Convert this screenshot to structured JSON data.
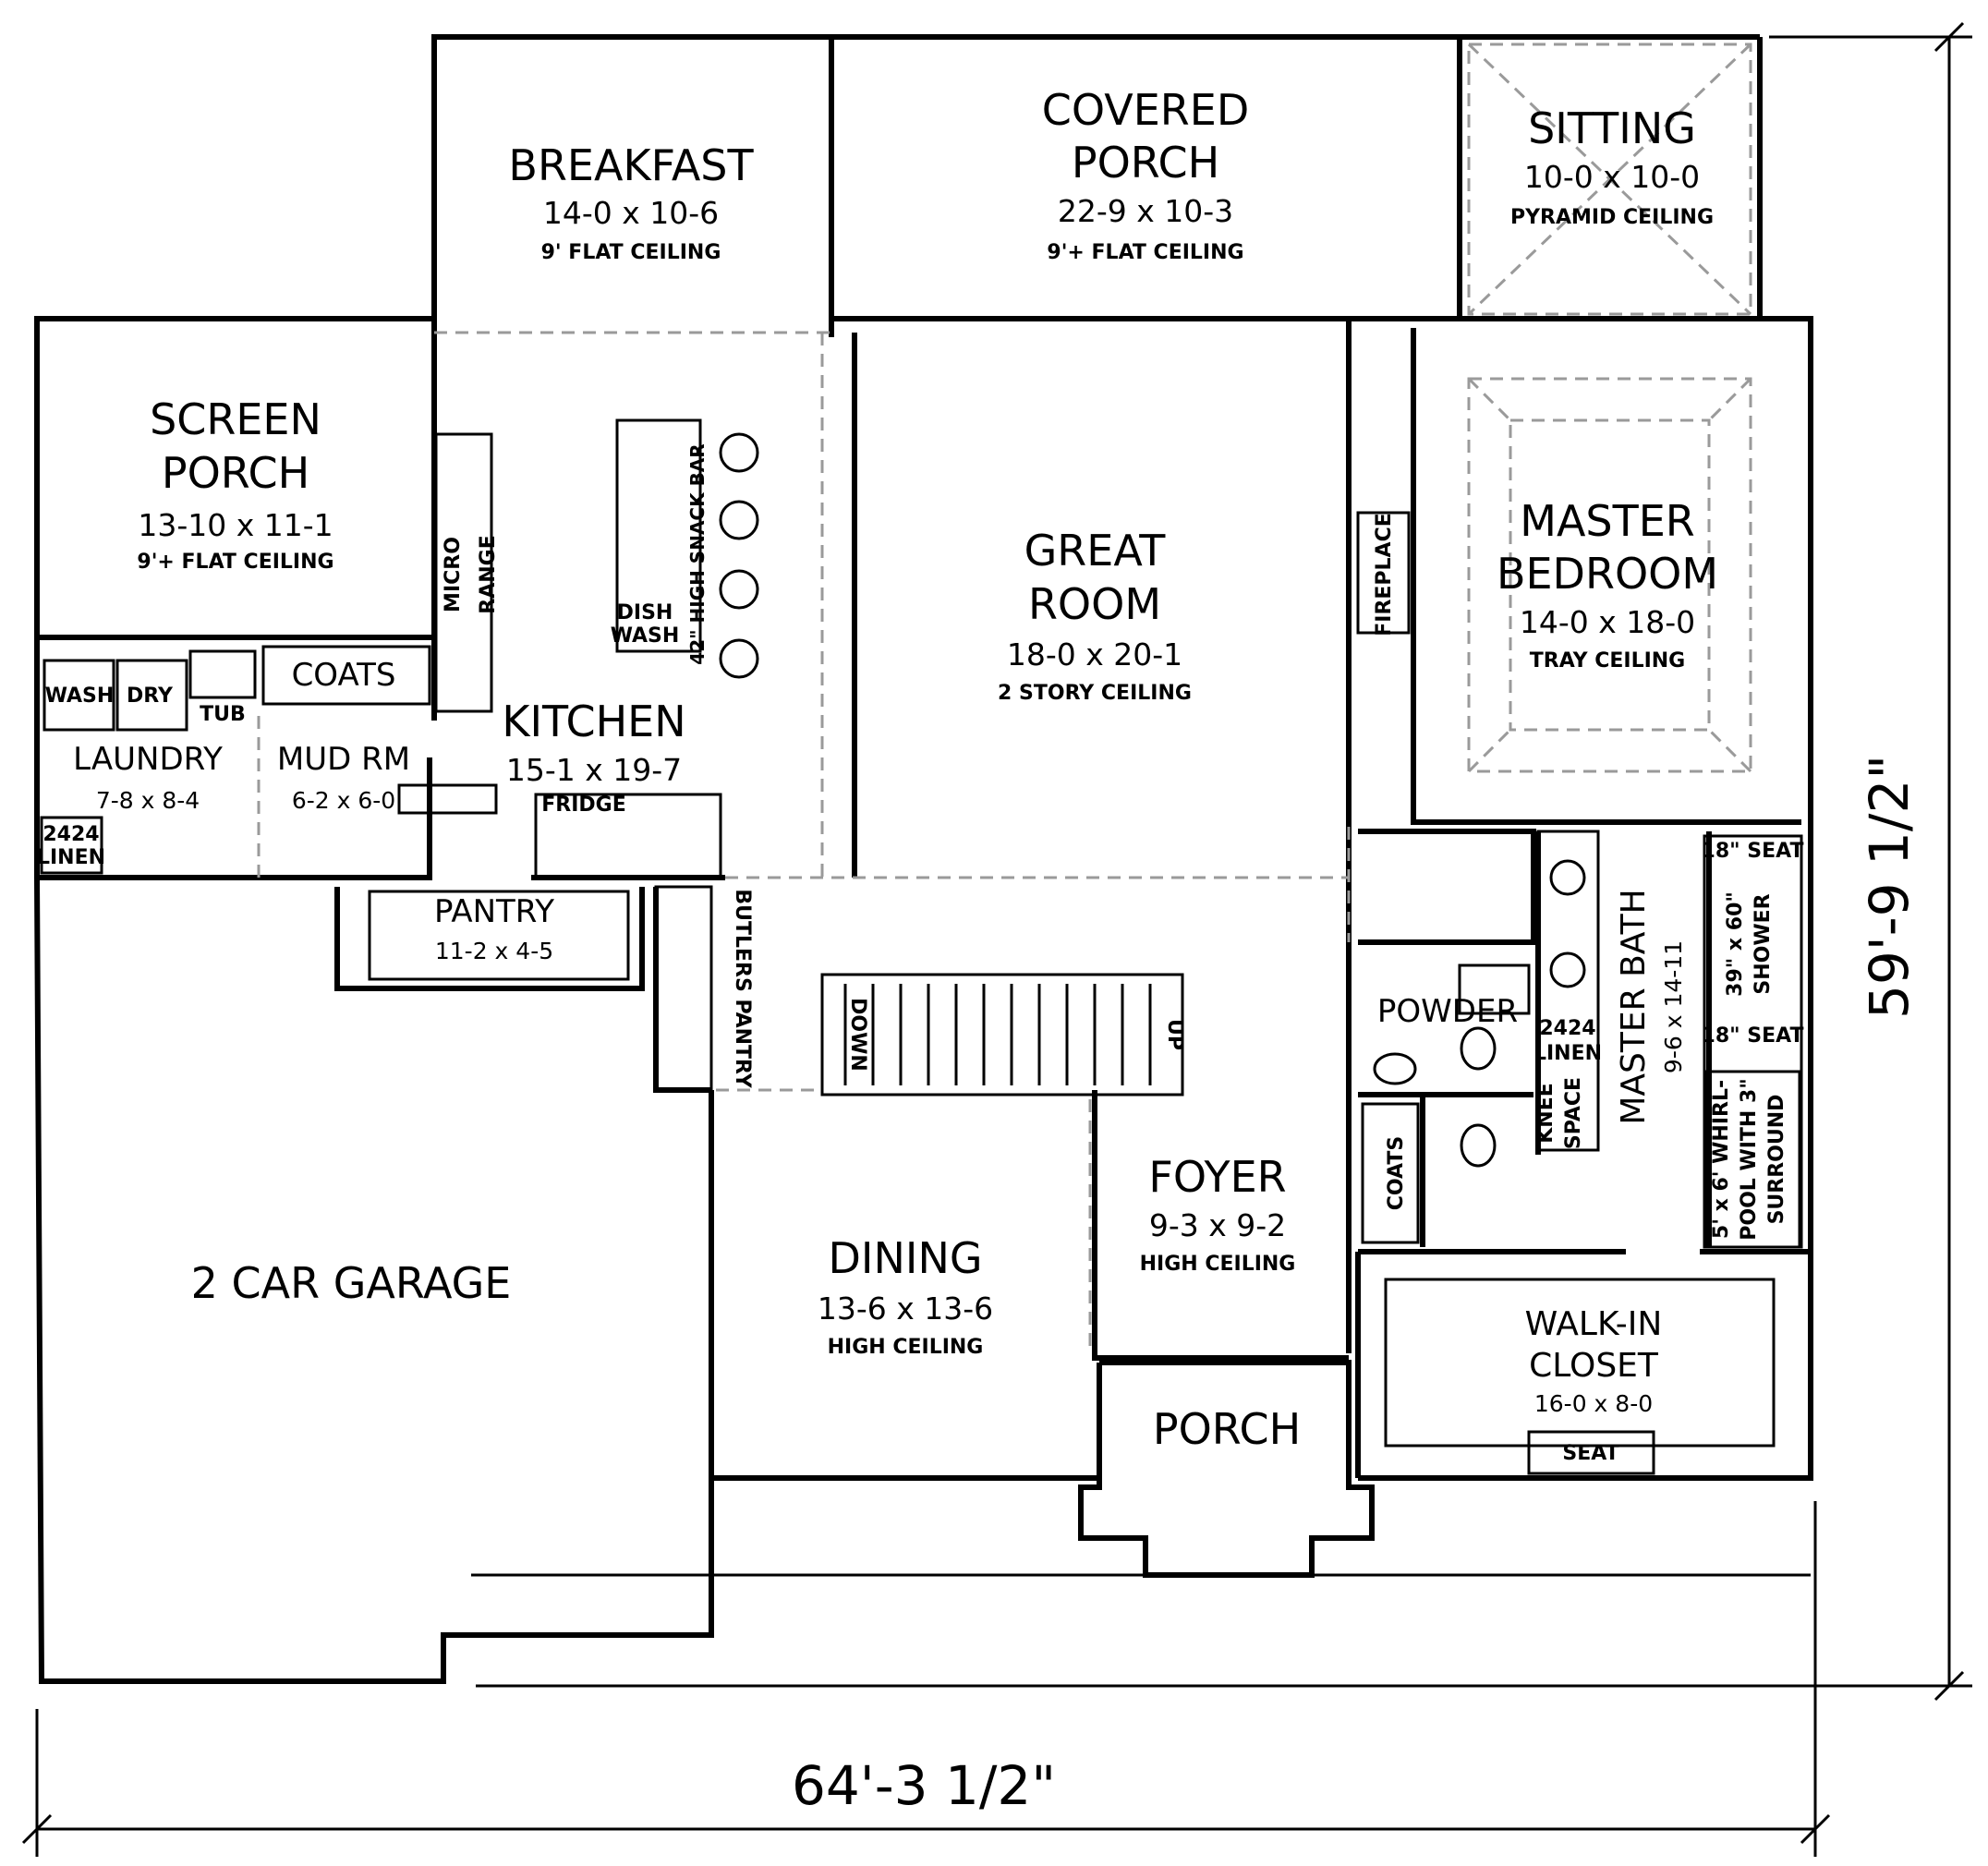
{
  "rooms": {
    "breakfast": {
      "name": "BREAKFAST",
      "size": "14-0 x 10-6",
      "note": "9' FLAT CEILING"
    },
    "covered_porch": {
      "name_1": "COVERED",
      "name_2": "PORCH",
      "size": "22-9 x 10-3",
      "note": "9'+ FLAT CEILING"
    },
    "sitting": {
      "name": "SITTING",
      "size": "10-0 x 10-0",
      "note": "PYRAMID CEILING"
    },
    "screen_porch": {
      "name_1": "SCREEN",
      "name_2": "PORCH",
      "size": "13-10 x 11-1",
      "note": "9'+ FLAT CEILING"
    },
    "great_room": {
      "name_1": "GREAT",
      "name_2": "ROOM",
      "size": "18-0 x 20-1",
      "note": "2 STORY CEILING"
    },
    "master_bedroom": {
      "name_1": "MASTER",
      "name_2": "BEDROOM",
      "size": "14-0 x 18-0",
      "note": "TRAY CEILING"
    },
    "kitchen": {
      "name": "KITCHEN",
      "size": "15-1 x 19-7"
    },
    "laundry": {
      "name": "LAUNDRY",
      "size": "7-8 x 8-4"
    },
    "mud_room": {
      "name": "MUD RM",
      "size": "6-2 x 6-0"
    },
    "pantry": {
      "name": "PANTRY",
      "size": "11-2 x 4-5"
    },
    "powder": {
      "name": "POWDER"
    },
    "master_bath": {
      "name": "MASTER BATH",
      "size": "9-6 x 14-11"
    },
    "foyer": {
      "name": "FOYER",
      "size": "9-3 x 9-2",
      "note": "HIGH CEILING"
    },
    "dining": {
      "name": "DINING",
      "size": "13-6 x 13-6",
      "note": "HIGH CEILING"
    },
    "garage": {
      "name": "2 CAR GARAGE"
    },
    "porch": {
      "name": "PORCH"
    },
    "walk_in_closet": {
      "name_1": "WALK-IN",
      "name_2": "CLOSET",
      "size": "16-0 x 8-0"
    }
  },
  "fixtures": {
    "coats_mud": "COATS",
    "wash": "WASH",
    "dry": "DRY",
    "tub": "TUB",
    "linen_laundry_1": "2424",
    "linen_laundry_2": "LINEN",
    "micro": "MICRO",
    "range": "RANGE",
    "dish_1": "DISH",
    "dish_2": "WASH",
    "snack_bar": "42\" HIGH SNACK BAR",
    "fridge": "FRIDGE",
    "fireplace": "FIREPLACE",
    "butlers_pantry": "BUTLERS PANTRY",
    "down": "DOWN",
    "up": "UP",
    "linen_bath_1": "2424",
    "linen_bath_2": "LINEN",
    "knee_1": "KNEE",
    "knee_2": "SPACE",
    "coats_foyer": "COATS",
    "seat_top": "18\" SEAT",
    "seat_bottom": "18\" SEAT",
    "shower_1": "39\" x 60\"",
    "shower_2": "SHOWER",
    "whirlpool_1": "5' x 6' WHIRL-",
    "whirlpool_2": "POOL WITH 3\"",
    "whirlpool_3": "SURROUND",
    "closet_seat": "SEAT"
  },
  "dimensions": {
    "width": "64'-3 1/2\"",
    "depth": "59'-9 1/2\""
  }
}
